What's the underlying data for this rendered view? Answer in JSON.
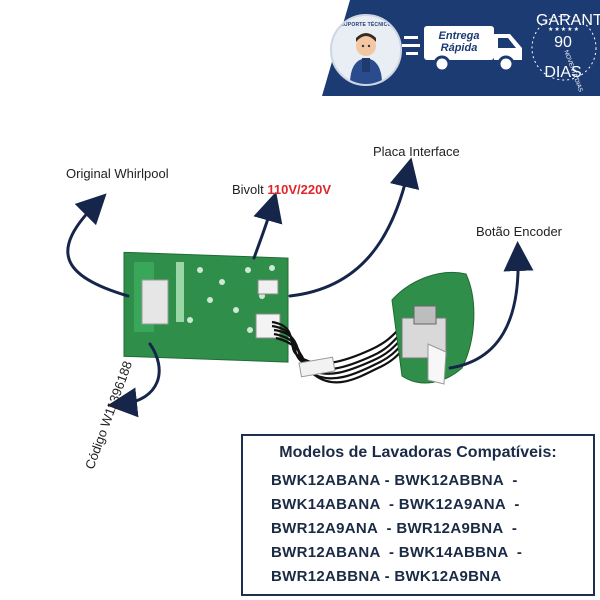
{
  "banner": {
    "avatar_label": "SUPORTE TÉCNICO",
    "delivery_line1": "Entrega",
    "delivery_line2": "Rápida",
    "warranty_top": "GARANTIA",
    "warranty_right": "NOVENTA DIAS",
    "warranty_number": "90",
    "warranty_unit": "DIAS",
    "stars": "★★★★★",
    "colors": {
      "navy": "#1d3b73",
      "white": "#ffffff"
    }
  },
  "callouts": {
    "original": "Original Whirlpool",
    "bivolt_prefix": "Bivolt ",
    "bivolt_voltage": "110V/220V",
    "placa": "Placa Interface",
    "encoder": "Botão Encoder",
    "codigo": "Código W11396188"
  },
  "models": {
    "title": "Modelos de Lavadoras Compatíveis:",
    "rows": [
      "BWK12ABANA - BWK12ABBNA  -",
      "BWK14ABANA  - BWK12A9ANA  -",
      "BWR12A9ANA  - BWR12A9BNA  -",
      "BWR12ABANA  - BWK14ABBNA  -",
      "BWR12ABBNA - BWK12A9BNA"
    ]
  },
  "colors": {
    "accent": "#e0262c",
    "arrow": "#16264a",
    "pcb": "#2f8f4a"
  }
}
